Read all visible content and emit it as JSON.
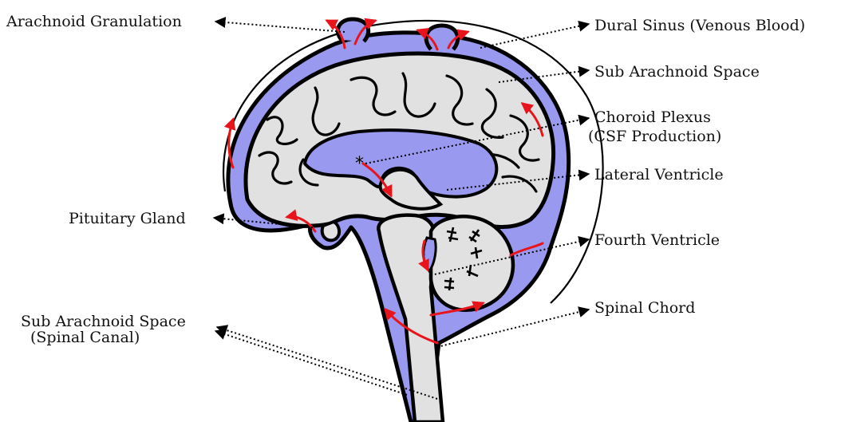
{
  "labels": {
    "arachnoid_granulation": "Arachnoid Granulation",
    "dural_sinus": "Dural Sinus (Venous Blood)",
    "sub_arachnoid_space": "Sub Arachnoid Space",
    "choroid_plexus_line1": "Choroid Plexus",
    "choroid_plexus_line2": "(CSF Production)",
    "lateral_ventricle": "Lateral Ventricle",
    "pituitary_gland": "Pituitary Gland",
    "fourth_ventricle": "Fourth Ventricle",
    "spinal_canal_line1": "Sub Arachnoid Space",
    "spinal_canal_line2": "(Spinal Canal)",
    "spinal_chord": "Spinal Chord"
  },
  "colors": {
    "csf": "#9999f0",
    "brain": "#e1e1e1",
    "flow": "#e8141b",
    "outline": "#000000"
  }
}
